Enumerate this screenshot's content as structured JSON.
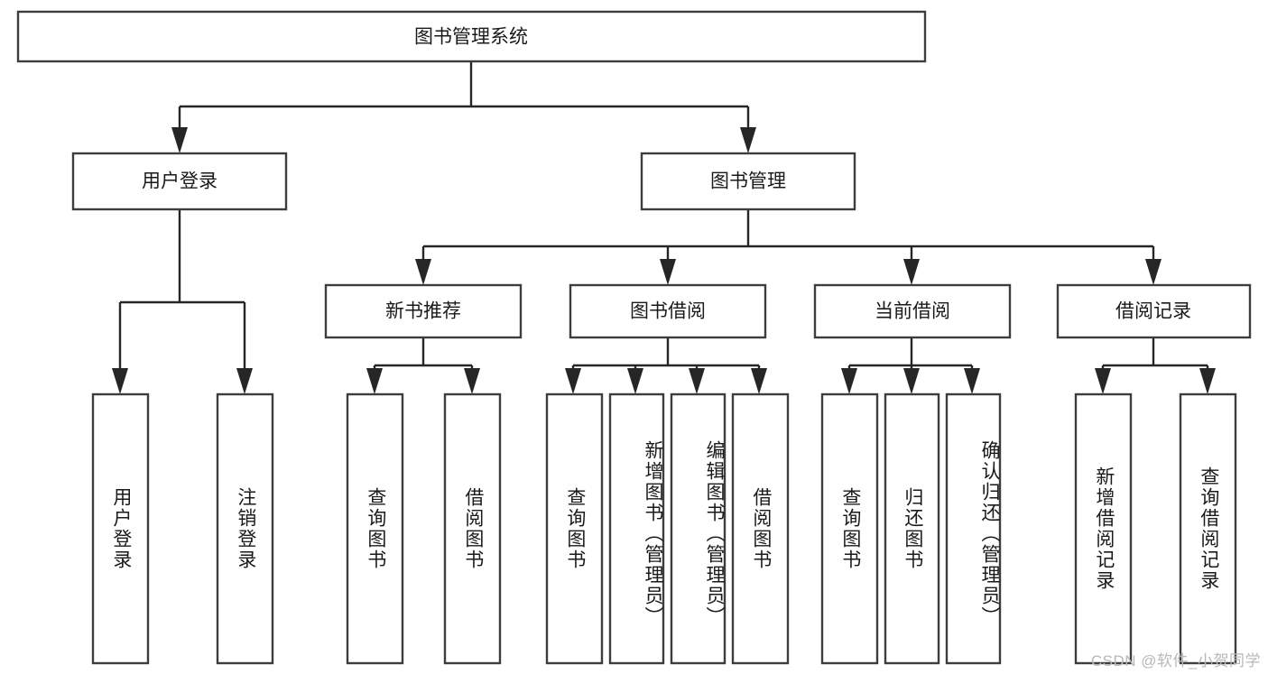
{
  "diagram": {
    "title": "图书管理系统",
    "type": "hierarchy-tree",
    "orientation": "top-down",
    "levels": 4,
    "colors": {
      "box_stroke": "#3d3d3d",
      "box_fill": "#ffffff",
      "connector": "#262626",
      "text": "#1a1a1a",
      "background": "#ffffff",
      "watermark": "#b8b8b8"
    },
    "root": {
      "label": "图书管理系统",
      "orientation": "horizontal"
    },
    "level2": [
      {
        "label": "用户登录",
        "orientation": "horizontal"
      },
      {
        "label": "图书管理",
        "orientation": "horizontal"
      }
    ],
    "level3": [
      {
        "label": "新书推荐",
        "orientation": "horizontal"
      },
      {
        "label": "图书借阅",
        "orientation": "horizontal"
      },
      {
        "label": "当前借阅",
        "orientation": "horizontal"
      },
      {
        "label": "借阅记录",
        "orientation": "horizontal"
      }
    ],
    "leaves": {
      "user_login": [
        {
          "label": "用户登录",
          "orientation": "vertical"
        },
        {
          "label": "注销登录",
          "orientation": "vertical"
        }
      ],
      "new_book_recommend": [
        {
          "label": "查询图书",
          "orientation": "vertical"
        },
        {
          "label": "借阅图书",
          "orientation": "vertical"
        }
      ],
      "book_borrow": [
        {
          "label": "查询图书",
          "orientation": "vertical"
        },
        {
          "label": "新增图书（管理员）",
          "orientation": "vertical"
        },
        {
          "label": "编辑图书（管理员）",
          "orientation": "vertical"
        },
        {
          "label": "借阅图书",
          "orientation": "vertical"
        }
      ],
      "current_borrow": [
        {
          "label": "查询图书",
          "orientation": "vertical"
        },
        {
          "label": "归还图书",
          "orientation": "vertical"
        },
        {
          "label": "确认归还（管理员）",
          "orientation": "vertical"
        }
      ],
      "borrow_record": [
        {
          "label": "新增借阅记录",
          "orientation": "vertical"
        },
        {
          "label": "查询借阅记录",
          "orientation": "vertical"
        }
      ]
    }
  },
  "watermark": {
    "text": "CSDN @软件_小贺同学"
  }
}
